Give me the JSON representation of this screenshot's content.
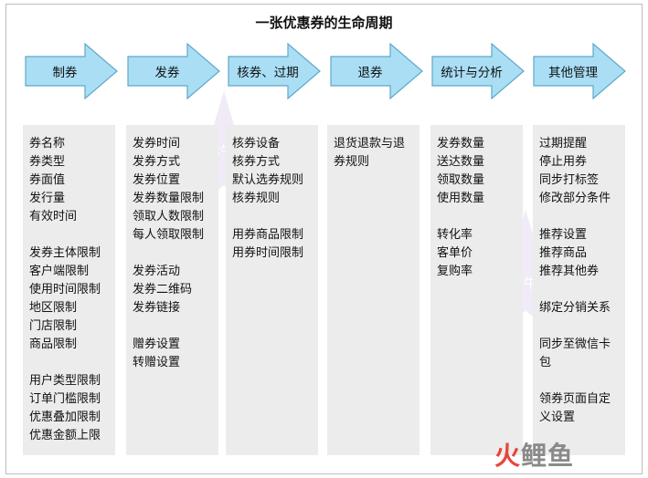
{
  "title": "一张优惠券的生命周期",
  "stages": [
    {
      "label": "制券",
      "items": [
        "券名称",
        "券类型",
        "券面值",
        "发行量",
        "有效时间",
        "",
        "发券主体限制",
        "客户端限制",
        "使用时间限制",
        "地区限制",
        "门店限制",
        "商品限制",
        "",
        "用户类型限制",
        "订单门槛限制",
        "优惠叠加限制",
        "优惠金额上限"
      ]
    },
    {
      "label": "发券",
      "items": [
        "发券时间",
        "发券方式",
        "发券位置",
        "发券数量限制",
        "领取人数限制",
        "每人领取限制",
        "",
        "发券活动",
        "发券二维码",
        "发券链接",
        "",
        "赠券设置",
        "转赠设置"
      ]
    },
    {
      "label": "核券、过期",
      "items": [
        "核券设备",
        "核券方式",
        "默认选券规则",
        "核券规则",
        "",
        "用券商品限制",
        "用券时间限制"
      ]
    },
    {
      "label": "退券",
      "items": [
        "退货退款与退券规则"
      ]
    },
    {
      "label": "统计与分析",
      "items": [
        "发券数量",
        "送达数量",
        "领取数量",
        "使用数量",
        "",
        "转化率",
        "客单价",
        "复购率"
      ]
    },
    {
      "label": "其他管理",
      "items": [
        "过期提醒",
        "停止用券",
        "同步打标签",
        "修改部分条件",
        "",
        "推荐设置",
        "推荐商品",
        "推荐其他券",
        "",
        "绑定分销关系",
        "",
        "同步至微信卡包",
        "",
        "领券页面自定义设置"
      ]
    }
  ],
  "watermark": {
    "text1": "七牛",
    "text2": "七牛",
    "logo": [
      "火",
      "鲤",
      "鱼"
    ]
  },
  "colors": {
    "arrow_fill": "#a9def5",
    "arrow_stroke": "#5fa8c9",
    "column_bg": "#ececec",
    "logo_red": "#e8453c",
    "logo_gray": "#8a8a8a"
  }
}
